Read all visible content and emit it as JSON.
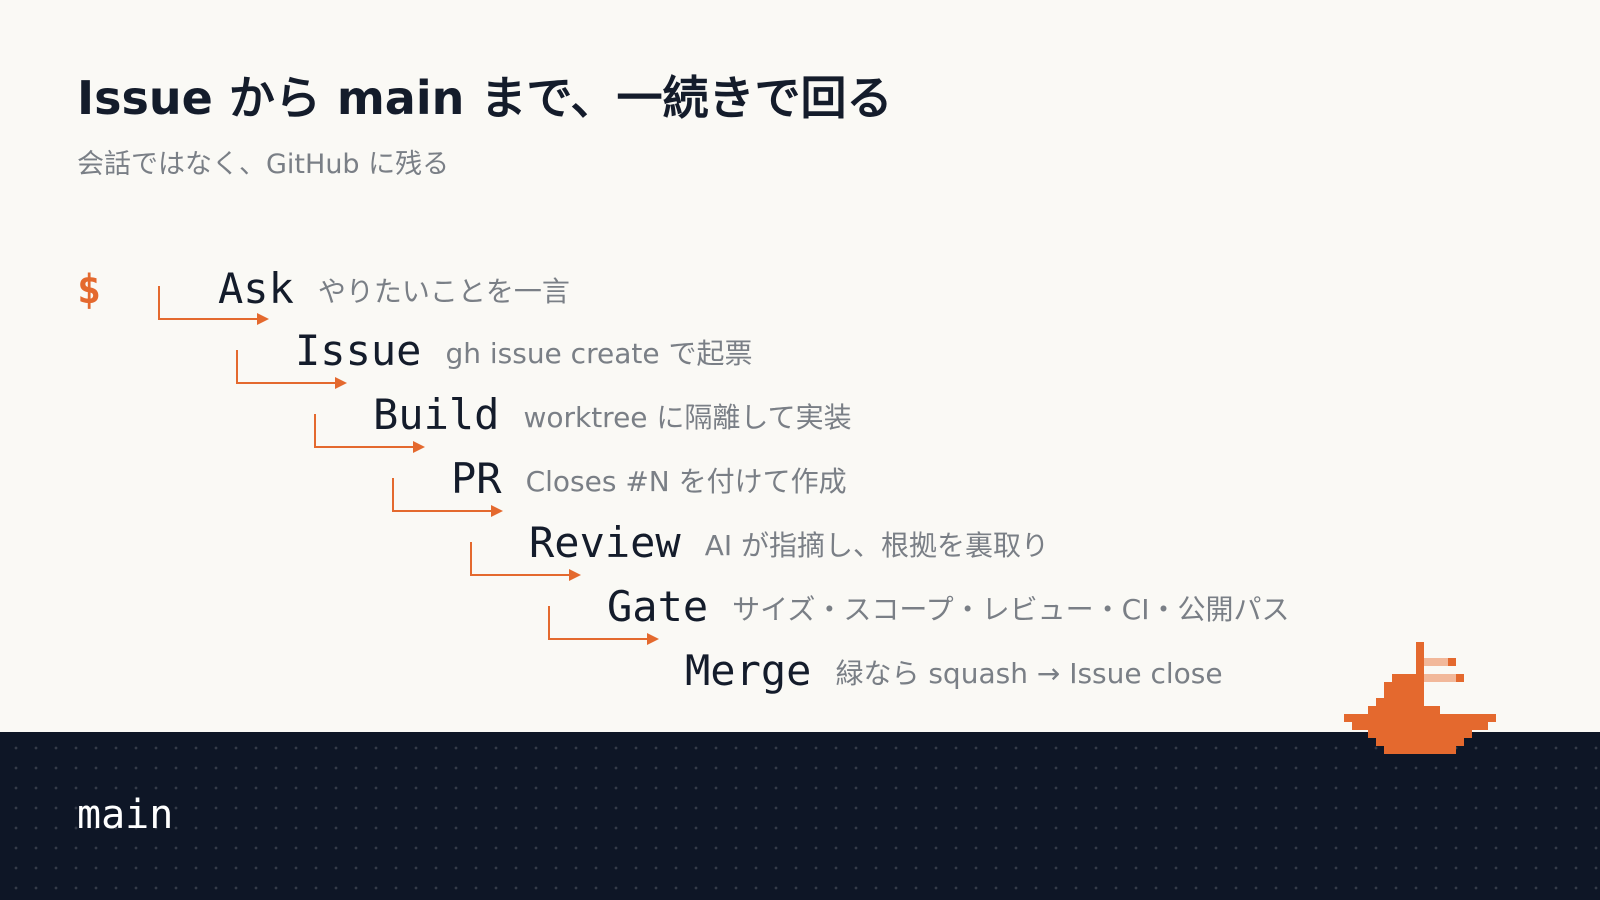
{
  "title": "Issue から main まで、一続きで回る",
  "subtitle": "会話ではなく、GitHub に残る",
  "prompt_symbol": "$",
  "steps": [
    {
      "name": "Ask",
      "desc": "やりたいことを一言"
    },
    {
      "name": "Issue",
      "desc": "gh issue create で起票"
    },
    {
      "name": "Build",
      "desc": "worktree に隔離して実装"
    },
    {
      "name": "PR",
      "desc": "Closes #N を付けて作成"
    },
    {
      "name": "Review",
      "desc": "AI が指摘し、根拠を裏取り"
    },
    {
      "name": "Gate",
      "desc": "サイズ・スコープ・レビュー・CI・公開パス"
    },
    {
      "name": "Merge",
      "desc": "緑なら squash → Issue close"
    }
  ],
  "branch": "main",
  "colors": {
    "accent": "#e4692e",
    "background": "#faf9f5",
    "ink": "#141c2b",
    "muted": "#7a7f86",
    "footer": "#0e1626"
  },
  "icons": {
    "prompt": "dollar-prompt",
    "connector": "branch-arrow-icon",
    "ship": "pixel-ship-icon"
  }
}
